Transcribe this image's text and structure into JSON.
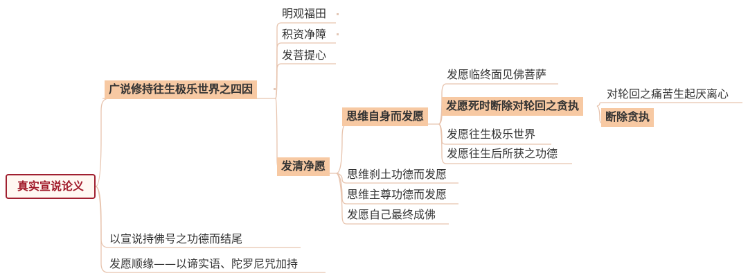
{
  "mindmap": {
    "root": "真实宣说论义",
    "branch1": {
      "label": "广说修持往生极乐世界之四因",
      "children": {
        "c1": "明观福田",
        "c2": "积资净障",
        "c3": "发菩提心",
        "c4": {
          "label": "发清净愿",
          "children": {
            "d1": {
              "label": "思维自身而发愿",
              "children": {
                "e1": "发愿临终面见佛菩萨",
                "e2": {
                  "label": "发愿死时断除对轮回之贪执",
                  "children": {
                    "f1": "对轮回之痛苦生起厌离心",
                    "f2": "断除贪执"
                  }
                },
                "e3": "发愿往生极乐世界",
                "e4": "发愿往生后所获之功德"
              }
            },
            "d2": "思维刹土功德而发愿",
            "d3": "思维主尊功德而发愿",
            "d4": "发愿自己最终成佛"
          }
        }
      }
    },
    "branch2": "以宣说持佛号之功德而结尾",
    "branch3": "发愿顺缘——以谛实语、陀罗尼咒加持"
  },
  "colors": {
    "line": "#e7c3ad",
    "highlight_fill": "#f7c9a3",
    "root_border": "#a02030",
    "root_text": "#a01828"
  }
}
